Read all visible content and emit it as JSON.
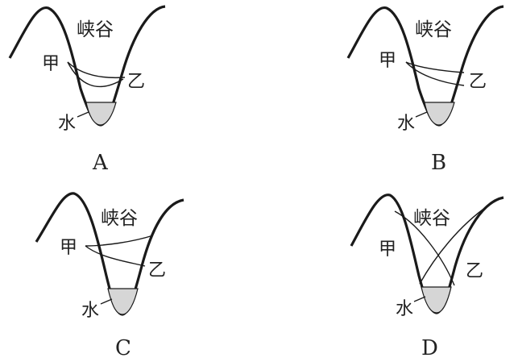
{
  "panels": [
    {
      "id": "A",
      "canyon": "峡谷",
      "point_a": "甲",
      "point_b": "乙",
      "water": "水",
      "letter": "A"
    },
    {
      "id": "B",
      "canyon": "峡谷",
      "point_a": "甲",
      "point_b": "乙",
      "water": "水",
      "letter": "B"
    },
    {
      "id": "C",
      "canyon": "峡谷",
      "point_a": "甲",
      "point_b": "乙",
      "water": "水",
      "letter": "C"
    },
    {
      "id": "D",
      "canyon": "峡谷",
      "point_a": "甲",
      "point_b": "乙",
      "water": "水",
      "letter": "D"
    }
  ],
  "colors": {
    "line": "#1a1a1a",
    "water_fill": "#d6d6d6",
    "text": "#222222"
  }
}
